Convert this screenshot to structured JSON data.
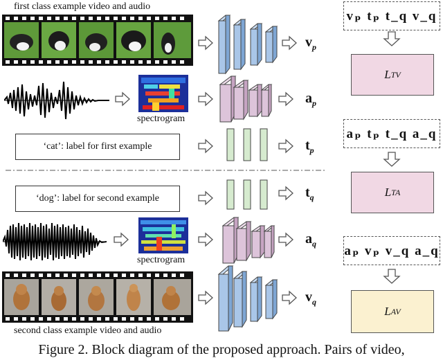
{
  "captions": {
    "first_video": "first class example video and audio",
    "second_video": "second class example video and audio",
    "spectrogram_1": "spectrogram",
    "spectrogram_2": "spectrogram"
  },
  "labels": {
    "cat": "‘cat’: label for first example",
    "dog": "‘dog’: label for second example"
  },
  "outputs": {
    "vp": {
      "sym": "v",
      "sub": "p"
    },
    "ap": {
      "sym": "a",
      "sub": "p"
    },
    "tp": {
      "sym": "t",
      "sub": "p"
    },
    "tq": {
      "sym": "t",
      "sub": "q"
    },
    "aq": {
      "sym": "a",
      "sub": "q"
    },
    "vq": {
      "sym": "v",
      "sub": "q"
    }
  },
  "pairs": {
    "tv": "vₚ tₚ t_q v_q",
    "ta": "aₚ tₚ t_q a_q",
    "av": "aₚ vₚ v_q a_q"
  },
  "losses": {
    "tv": {
      "sym": "L",
      "sub": "TV",
      "color": "#f1d8e4"
    },
    "ta": {
      "sym": "L",
      "sub": "TA",
      "color": "#f1d8e4"
    },
    "av": {
      "sym": "L",
      "sub": "AV",
      "color": "#fbf1d0"
    }
  },
  "colors": {
    "video_net": "#a9c6e8",
    "audio_net": "#ddc4da",
    "text_net": "#d6ebcf"
  },
  "figure_caption": "Figure 2. Block diagram of the proposed approach. Pairs of video,"
}
